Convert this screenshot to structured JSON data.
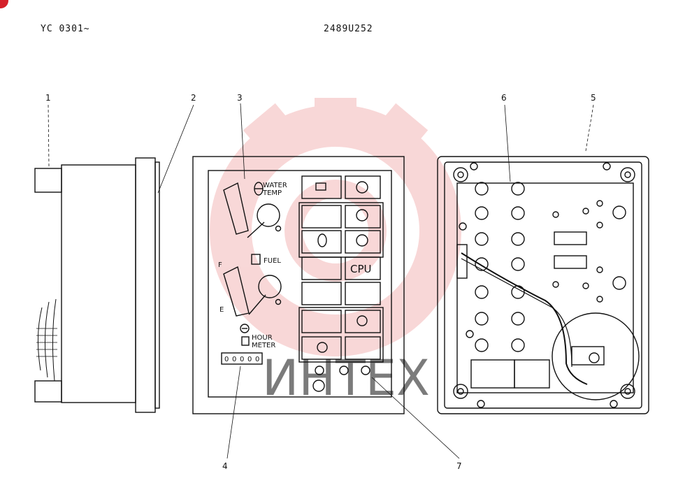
{
  "header": {
    "model_range": "YC 0301~",
    "drawing_number": "2489U252"
  },
  "watermark": {
    "text": "ИНТЕХ",
    "color": "#f3b8b8"
  },
  "callouts": [
    "1",
    "2",
    "3",
    "4",
    "5",
    "6",
    "7"
  ],
  "panel": {
    "water_temp_line1": "WATER",
    "water_temp_line2": "TEMP",
    "fuel_label": "FUEL",
    "fuel_full": "F",
    "fuel_empty": "E",
    "hour_meter_line1": "HOUR",
    "hour_meter_line2": "METER",
    "cpu_label": "CPU",
    "hour_digits": [
      "0",
      "0",
      "0",
      "0",
      "0"
    ]
  },
  "colors": {
    "line": "#111111",
    "accent": "#d5202a"
  }
}
